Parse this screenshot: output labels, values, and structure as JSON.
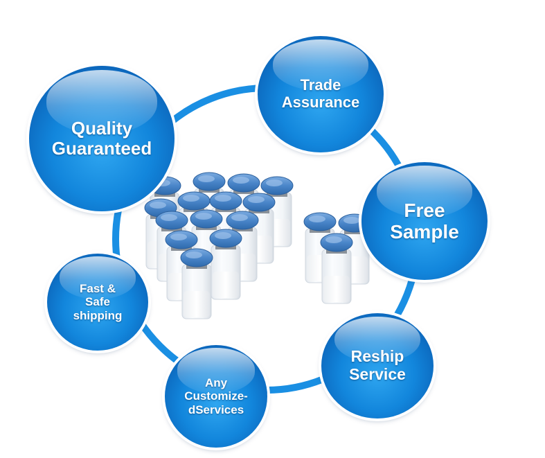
{
  "badges": {
    "quality": [
      "Quality",
      "Guaranteed"
    ],
    "trade": [
      "Trade",
      "Assurance"
    ],
    "free_sample": [
      "Free",
      "Sample"
    ],
    "shipping": [
      "Fast &",
      "Safe",
      "shipping"
    ],
    "customized": [
      "Any",
      "Customize-",
      "dServices"
    ],
    "reship": [
      "Reship",
      "Service"
    ]
  },
  "colors": {
    "ring": "#1a8fe3",
    "badge_blue": "#1286dc",
    "cap_blue": "#4a86c9",
    "text": "#ffffff"
  },
  "image": {
    "center_photo": "vials-with-blue-caps"
  }
}
